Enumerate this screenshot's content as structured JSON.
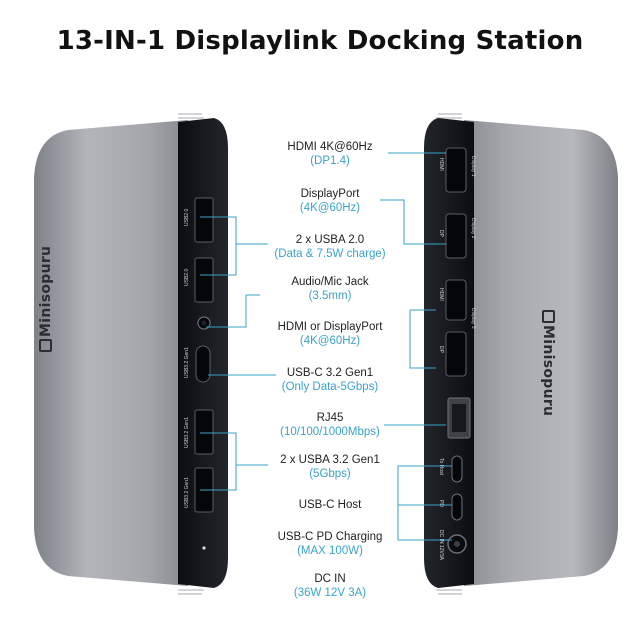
{
  "title": "13-IN-1 Displaylink Docking Station",
  "brand": "Minisopuru",
  "labels": [
    {
      "main": "HDMI 4K@60Hz",
      "sub": "(DP1.4)"
    },
    {
      "main": "DisplayPort",
      "sub": "(4K@60Hz)"
    },
    {
      "main": "2 x USBA 2.0",
      "sub": "(Data & 7.5W charge)"
    },
    {
      "main": "Audio/Mic Jack",
      "sub": "(3.5mm)"
    },
    {
      "main": "HDMI or DisplayPort",
      "sub": "(4K@60Hz)"
    },
    {
      "main": "USB-C 3.2 Gen1",
      "sub": "(Only Data-5Gbps)"
    },
    {
      "main": "RJ45",
      "sub": "(10/100/1000Mbps)"
    },
    {
      "main": "2 x USBA 3.2 Gen1",
      "sub": "(5Gbps)"
    },
    {
      "main": "USB-C Host",
      "sub": ""
    },
    {
      "main": "USB-C PD Charging",
      "sub": "(MAX 100W)"
    },
    {
      "main": "DC IN",
      "sub": "(36W 12V 3A)"
    }
  ],
  "left_ports": [
    "USB2.0",
    "USB2.0",
    "USB3.2 Gen1",
    "USB3.2 Gen1",
    "USB3.2 Gen1"
  ],
  "right_ports": [
    "HDMI",
    "Display 1",
    "DP",
    "Display 2",
    "HDMI",
    "DP",
    "Display 3",
    "To Host",
    "PD",
    "DC IN 12V3A"
  ],
  "colors": {
    "accent": "#3aa3c9",
    "panel": "#16181d",
    "shell": "#9a9ca3"
  }
}
